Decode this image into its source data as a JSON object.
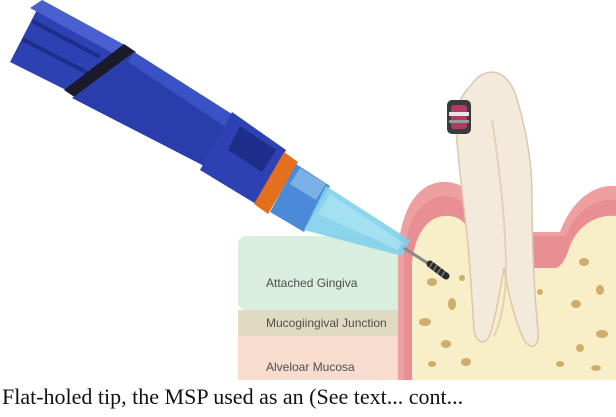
{
  "zones": [
    {
      "label": "Attached Gingiva",
      "color": "#d9eedf"
    },
    {
      "label": "Mucogiingival Junction",
      "color": "#e0dbc0"
    },
    {
      "label": "Alveloar Mucosa",
      "color": "#f8dccd"
    }
  ],
  "caption": "Flat-holed tip, the MSP used as an (See text... cont...",
  "colors": {
    "gum": "#ee9fa0",
    "gum_dark": "#e07b84",
    "bone": "#f8eec8",
    "bone_spots": "#c9a45c",
    "handpiece_blue": "#2e41b3",
    "handpiece_dark": "#1e2d8a",
    "collar_orange": "#e4701e",
    "tip_cyan": "#7fd0ea",
    "bracket": "#b23a63"
  },
  "icons": [
    "implant-handpiece-icon",
    "tooth-icon",
    "orthodontic-bracket-icon",
    "screw-tip-icon"
  ]
}
